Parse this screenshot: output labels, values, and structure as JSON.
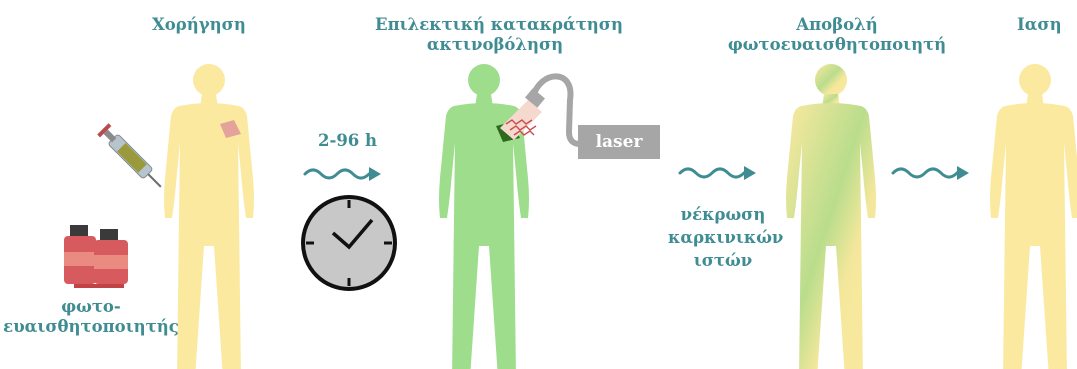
{
  "stages": [
    {
      "title_lines": [
        "Χορήγηση"
      ]
    },
    {
      "title_lines": [
        "Επιλεκτική κατακράτηση",
        "ακτινοβόληση"
      ]
    },
    {
      "title_lines": [
        "Αποβολή",
        "φωτοευαισθητοποιητή"
      ]
    },
    {
      "title_lines": [
        "Ιαση"
      ]
    }
  ],
  "photosensitizer_label": [
    "φωτο-",
    "ευαισθητοποιητής"
  ],
  "time_label": "2-96 h",
  "laser_label": "laser",
  "necrosis_label": [
    "νέκρωση",
    "καρκινικών",
    "ιστών"
  ],
  "icons": [
    "syringe-icon",
    "vials-icon",
    "clock-icon",
    "laser-probe-icon",
    "wavy-arrow-icon",
    "human-figure-icon"
  ],
  "colors": {
    "text": "#3f8c93",
    "arrow": "#3f8c93",
    "figure_yellow": "#fbe9a0",
    "figure_green": "#9ddd8c",
    "tumor_dark": "#2e6b1f",
    "tumor_pink": "#e3a39a",
    "laser_box": "#a6a6a6"
  }
}
